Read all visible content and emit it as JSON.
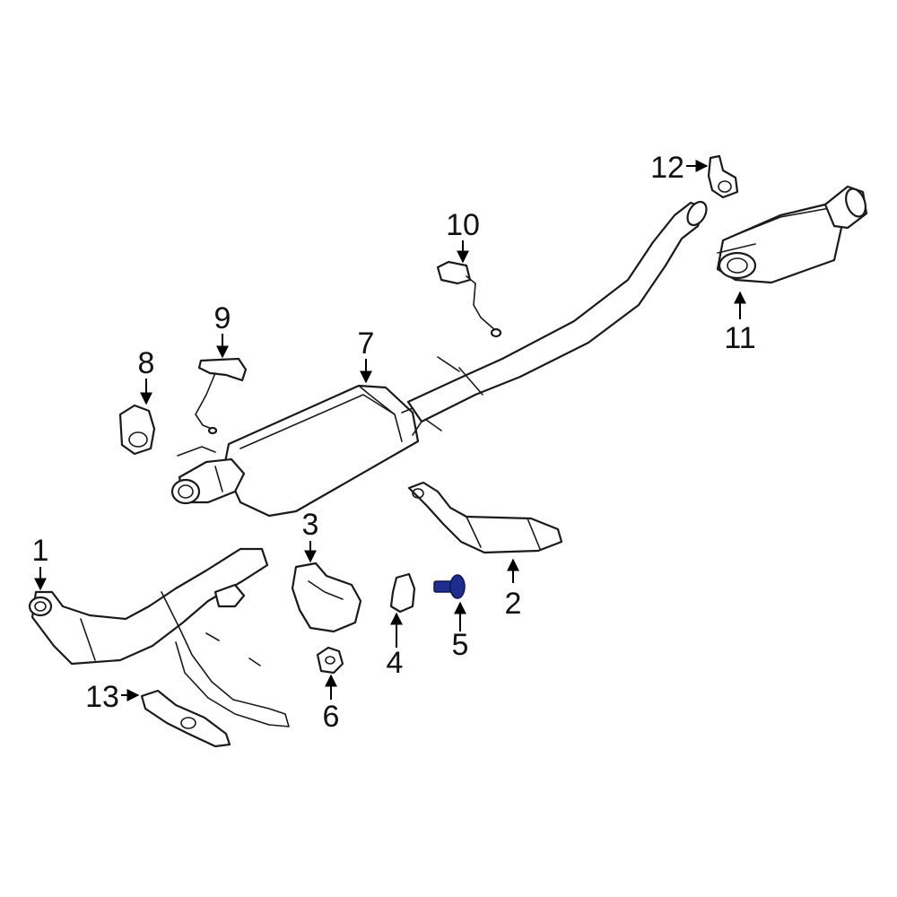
{
  "colors": {
    "line": "#1a1a1a",
    "highlight": "#1f2e8c",
    "background": "#ffffff"
  },
  "callouts": {
    "c1": "1",
    "c2": "2",
    "c3": "3",
    "c4": "4",
    "c5": "5",
    "c6": "6",
    "c7": "7",
    "c8": "8",
    "c9": "9",
    "c10": "10",
    "c11": "11",
    "c12": "12",
    "c13": "13"
  },
  "highlighted_part": "5"
}
